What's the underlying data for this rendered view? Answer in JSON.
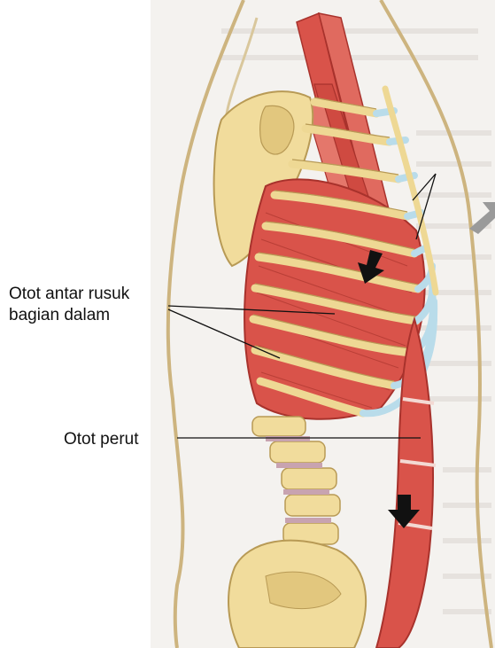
{
  "labels": {
    "internal_intercostal_line1": "Otot antar rusuk",
    "internal_intercostal_line2": "bagian dalam",
    "abdominal": "Otot perut"
  },
  "colors": {
    "muscle": "#d9534a",
    "muscle_dark": "#a8322c",
    "bone": "#f1dc9c",
    "bone_shade": "#c9a75a",
    "cartilage": "#b9dcea",
    "skin_outline": "#c8ad7a",
    "arrow": "#111111",
    "background_arrow": "#9a9a9a"
  }
}
